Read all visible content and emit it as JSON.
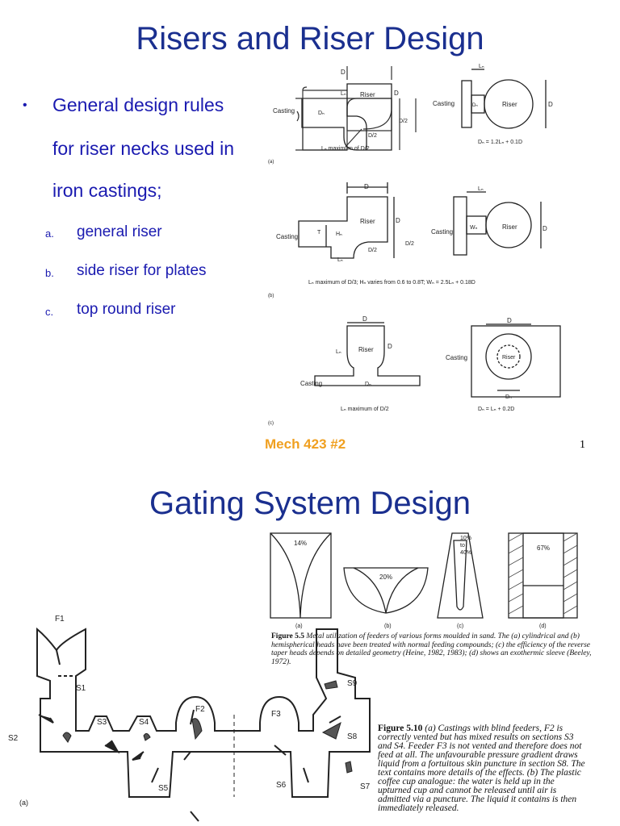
{
  "slide1": {
    "title": "Risers and Riser Design",
    "bullet_marker": "•",
    "bullet_lines": [
      "General design rules",
      "for riser necks used in",
      "iron castings;"
    ],
    "subitems": [
      {
        "marker": "a.",
        "text": "general riser"
      },
      {
        "marker": "b.",
        "text": "side riser for plates"
      },
      {
        "marker": "c.",
        "text": "top round riser"
      }
    ],
    "footer": "Mech 423 #2",
    "page_number": "1",
    "figure": {
      "labels": {
        "D": "D",
        "Ln": "Lₙ",
        "Dn": "Dₙ",
        "Hn": "Hₙ",
        "Wn": "Wₙ",
        "riser": "Riser",
        "casting": "Casting",
        "half_D": "D/2"
      },
      "a_left_caption": "Lₙ maximum of D/2",
      "a_right_caption": "Dₙ = 1.2Lₙ + 0.1D",
      "a_tag": "(a)",
      "b_caption": "Lₙ maximum of D/3; Hₙ varies from 0.6 to 0.8T; Wₙ = 2.5Lₙ + 0.18D",
      "b_tag": "(b)",
      "c_left_caption": "Lₙ maximum of D/2",
      "c_right_caption": "Dₙ = Lₙ + 0.2D",
      "c_tag": "(c)",
      "T": "T"
    }
  },
  "slide2": {
    "title": "Gating System Design",
    "feeders": {
      "a_pct": "14%",
      "b_pct": "20%",
      "c_pct": [
        "10%",
        "to",
        "40%"
      ],
      "d_pct": "67%",
      "tags": [
        "(a)",
        "(b)",
        "(c)",
        "(d)"
      ],
      "caption_bold": "Figure 5.5",
      "caption_text": " Metal utilization of feeders of various forms moulded in sand. The (a) cylindrical and (b) hemispherical heads have been treated with normal feeding compounds; (c) the efficiency of the reverse taper heads depends on detailed geometry (Heine, 1982, 1983); (d) shows an exothermic sleeve (Beeley, 1972)."
    },
    "casting": {
      "labels": [
        "F1",
        "S1",
        "S2",
        "S3",
        "S4",
        "F2",
        "F3",
        "S5",
        "S6",
        "S7",
        "S8",
        "S9"
      ],
      "tag": "(a)",
      "caption_bold": "Figure 5.10",
      "caption_text": " (a) Castings with blind feeders, F2 is correctly vented but has mixed results on sections S3 and S4. Feeder F3 is not vented and therefore does not feed at all. The unfavourable pressure gradient draws liquid from a fortuitous skin puncture in section S8. The text contains more details of the effects. (b) The plastic coffee cup analogue: the water is held up in the upturned cup and cannot be released until air is admitted via a puncture. The liquid it contains is then immediately released."
    }
  }
}
